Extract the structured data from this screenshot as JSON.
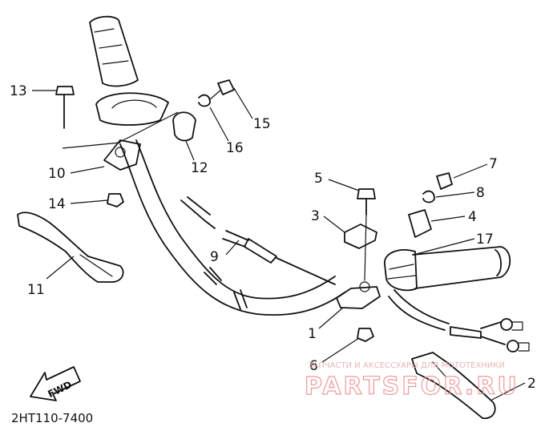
{
  "diagram": {
    "part_code": "2HT110-7400",
    "direction_label": "FWD",
    "callouts": [
      "1",
      "2",
      "3",
      "4",
      "5",
      "6",
      "7",
      "8",
      "9",
      "10",
      "11",
      "12",
      "13",
      "14",
      "15",
      "16",
      "17"
    ],
    "watermark": {
      "tagline": "ЗАПЧАСТИ И АКСЕССУАРЫ ДЛЯ МОТОТЕХНИКИ",
      "logo": "PARTSFOR.RU",
      "color": "#ef9a9a"
    }
  }
}
